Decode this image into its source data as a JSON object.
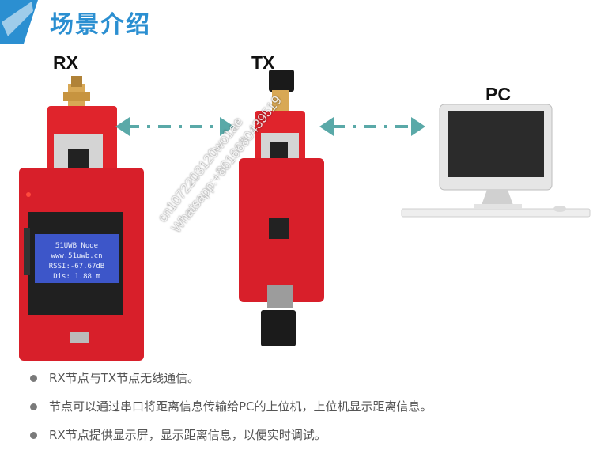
{
  "title": "场景介绍",
  "labels": {
    "rx": "RX",
    "tx": "TX",
    "pc": "PC"
  },
  "oled": {
    "line1": "51UWB Node",
    "line2": "www.51uwb.cn",
    "line3": "RSSI:-67.67dB",
    "line4": "Dis: 1.88 m"
  },
  "watermark": {
    "line1": "cn1072203120wo1ae",
    "line2": "Whatsapp:+8616680439519"
  },
  "bullets": [
    "RX节点与TX节点无线通信。",
    "节点可以通过串口将距离信息传输给PC的上位机，上位机显示距离信息。",
    "RX节点提供显示屏，显示距离信息，以便实时调试。"
  ],
  "colors": {
    "accent": "#2b8fd1",
    "board": "#e0242c",
    "arrow": "#5aa9a8"
  }
}
